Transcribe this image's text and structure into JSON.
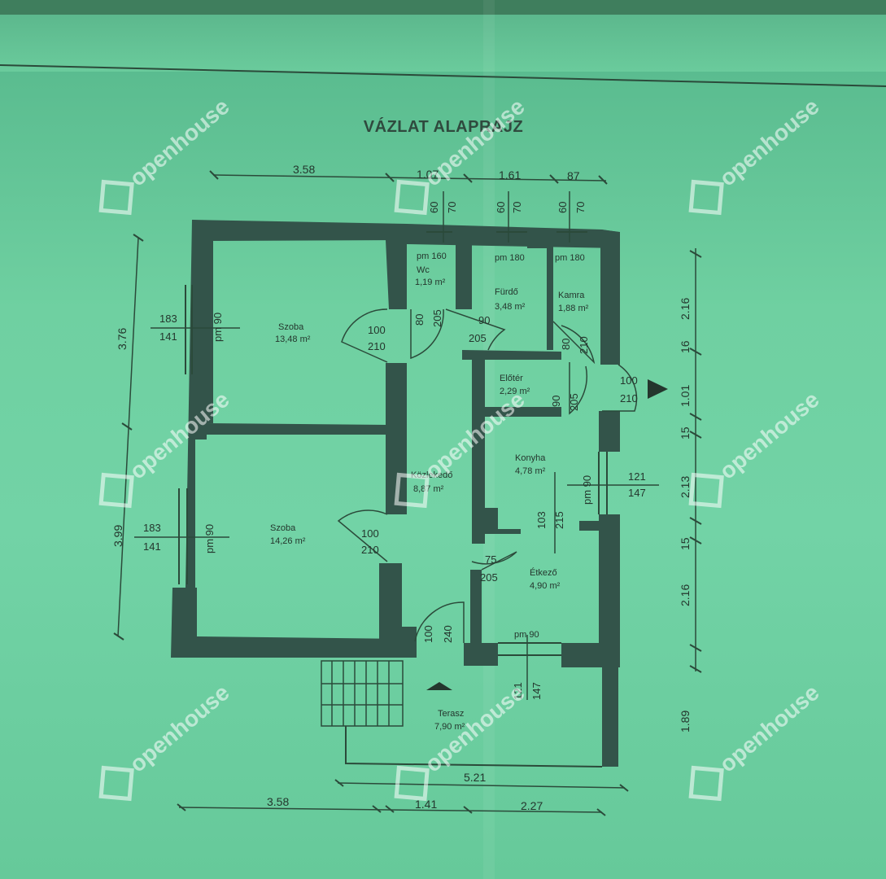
{
  "title": "VÁZLAT ALAPRAJZ",
  "watermark": "openhouse",
  "dims": {
    "top": [
      "3.58",
      "1.07",
      "1.61",
      "87"
    ],
    "bottom1": "5.21",
    "bottom2": [
      "3.58",
      "1.41",
      "2.27"
    ],
    "left": [
      "3.76",
      "3.99"
    ],
    "right": [
      "2.16",
      "16",
      "1.01",
      "15",
      "2.13",
      "15",
      "2.16",
      "1.89"
    ]
  },
  "windows_top": [
    {
      "a": "60",
      "b": "70"
    },
    {
      "a": "60",
      "b": "70"
    },
    {
      "a": "60",
      "b": "70"
    }
  ],
  "rooms": {
    "wc": {
      "pm": "pm 160",
      "name": "Wc",
      "area": "1,19 m²"
    },
    "furdo": {
      "pm": "pm 180",
      "name": "Fürdő",
      "area": "3,48 m²"
    },
    "kamra": {
      "pm": "pm 180",
      "name": "Kamra",
      "area": "1,88 m²"
    },
    "szoba1": {
      "name": "Szoba",
      "area": "13,48 m²"
    },
    "szoba2": {
      "name": "Szoba",
      "area": "14,26 m²"
    },
    "eloter": {
      "name": "Előtér",
      "area": "2,29 m²"
    },
    "konyha": {
      "name": "Konyha",
      "area": "4,78 m²"
    },
    "kozlekedo": {
      "name": "Közlekedő",
      "area": "8,87 m²"
    },
    "etkezo": {
      "name": "Étkező",
      "area": "4,90 m²",
      "pm": "pm 90"
    },
    "terasz": {
      "name": "Terasz",
      "area": "7,90 m²"
    }
  },
  "doors": {
    "d1": {
      "w": "100",
      "h": "210"
    },
    "d2": {
      "w": "80",
      "h": "205"
    },
    "d3": {
      "w": "90",
      "h": "205"
    },
    "d4": {
      "w": "80",
      "h": "210"
    },
    "d5": {
      "w": "90",
      "h": "205"
    },
    "d6": {
      "w": "100",
      "h": "210"
    },
    "d7": {
      "w": "100",
      "h": "210"
    },
    "d8": {
      "w": "75",
      "h": "205"
    },
    "d9": {
      "w": "100",
      "h": "240"
    },
    "d10": {
      "w": "103",
      "h": "215"
    }
  },
  "windows_side": {
    "w1": {
      "a": "183",
      "b": "141",
      "pm": "pm 90"
    },
    "w2": {
      "a": "183",
      "b": "141",
      "pm": "pm 90"
    },
    "w3": {
      "a": "121",
      "b": "147",
      "pm": "pm 90"
    },
    "w4": {
      "a": "121",
      "b": "147"
    }
  }
}
